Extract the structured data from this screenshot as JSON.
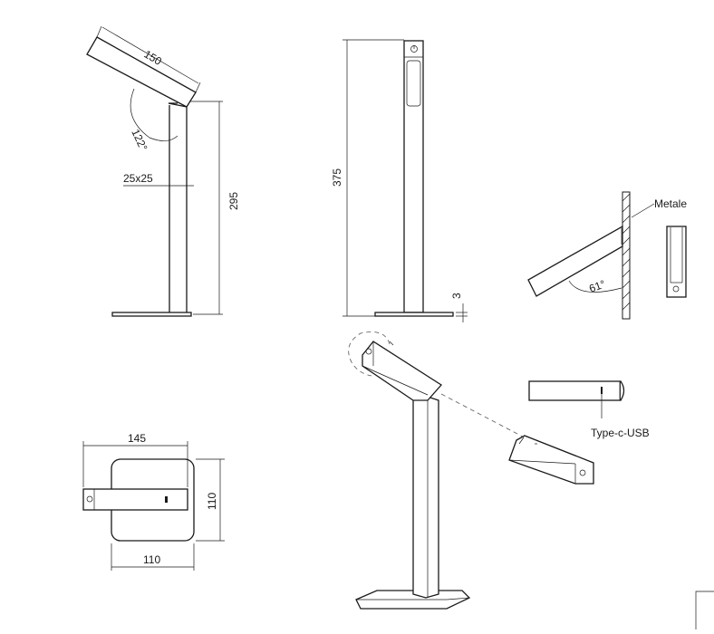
{
  "dimensions": {
    "side_arm_length": "150",
    "side_angle": "122°",
    "side_section": "25x25",
    "side_post_height": "295",
    "front_total_height": "375",
    "front_base_thickness": "3",
    "top_width": "145",
    "top_base_depth": "110",
    "top_base_width": "110",
    "mount_angle": "61°"
  },
  "labels": {
    "metal": "Metale",
    "usb": "Type-c-USB"
  }
}
